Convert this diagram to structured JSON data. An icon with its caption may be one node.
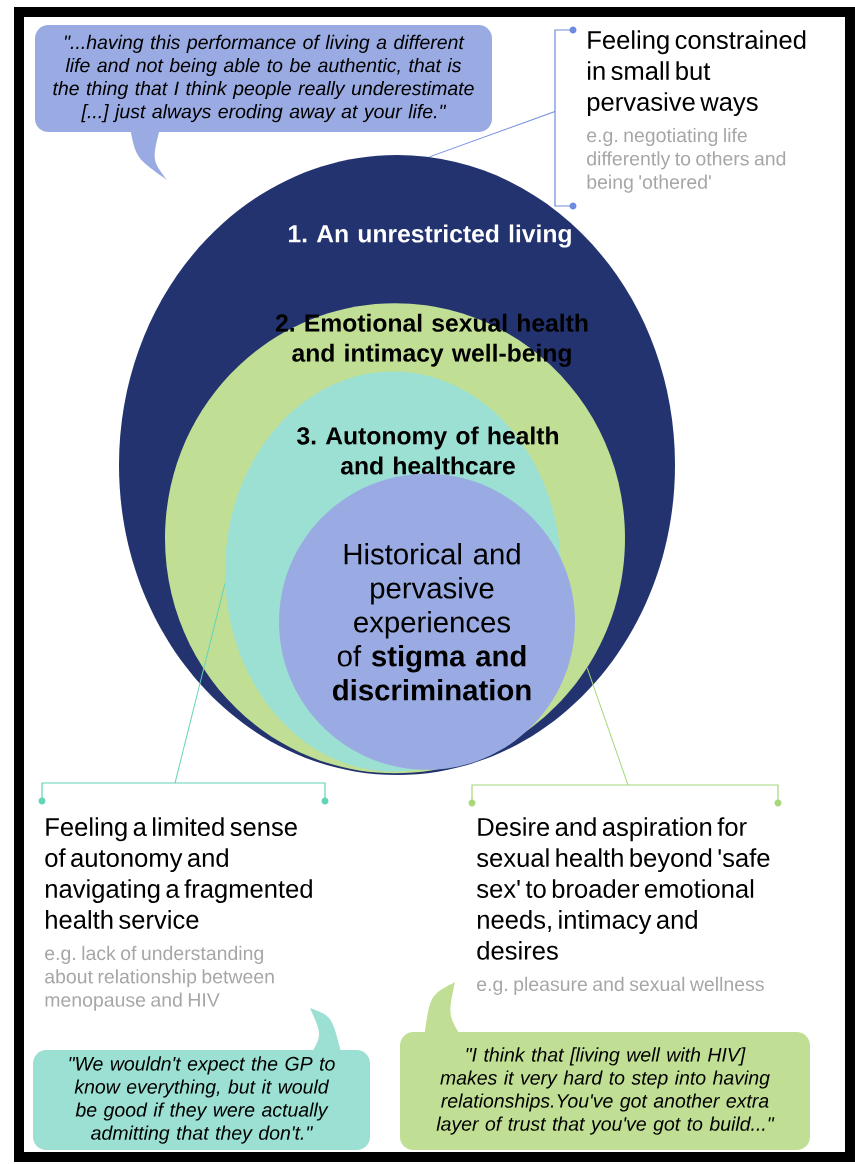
{
  "diagram": {
    "nodes": [
      {
        "text": [
          "1. An unrestricted living"
        ]
      },
      {
        "text": [
          "2. Emotional sexual health and intimacy well-being"
        ],
        "in": 0
      },
      {
        "text": [
          "3. Autonomy of health and healthcare"
        ],
        "in": 1
      },
      {
        "text": [
          "Historical and pervasive experiences of **stigma and discrimination**"
        ],
        "in": 2
      },
      {
        "text": [
          "\"...having this performance of living a different life and not being able to be authentic, that is the thing that I think people really underestimate [...] just always eroding away at your life.\""
        ]
      },
      {
        "text": [
          "Feeling constrained in small but pervasive ways",
          "e.g. negotiating life differently to others and being 'othered'"
        ]
      },
      {
        "text": [
          "Feeling a limited sense of autonomy and navigating a fragmented health service",
          "e.g. lack of understanding about relationship between menopause and HIV"
        ]
      },
      {
        "text": [
          "Desire and aspiration for sexual health beyond 'safe sex' to broader emotional needs, intimacy and desires",
          "e.g. pleasure and sexual wellness"
        ]
      },
      {
        "text": [
          "\"We wouldn't expect the GP to know everything, but it would be good if they were actually admitting that they don't.\""
        ]
      },
      {
        "text": [
          "\"I think that [living well with HIV] makes it very hard to step into having relationships.You've got another extra layer of trust that you've got to build...\""
        ]
      }
    ],
    "edges": [
      {
        "from": 5,
        "to": 0,
        "arrow": "none",
        "color": "#6f8be0"
      },
      {
        "from": 6,
        "to": 2,
        "arrow": "none",
        "color": "#63d4b8"
      },
      {
        "from": 7,
        "to": 1,
        "arrow": "none",
        "color": "#a6d87a"
      }
    ]
  }
}
